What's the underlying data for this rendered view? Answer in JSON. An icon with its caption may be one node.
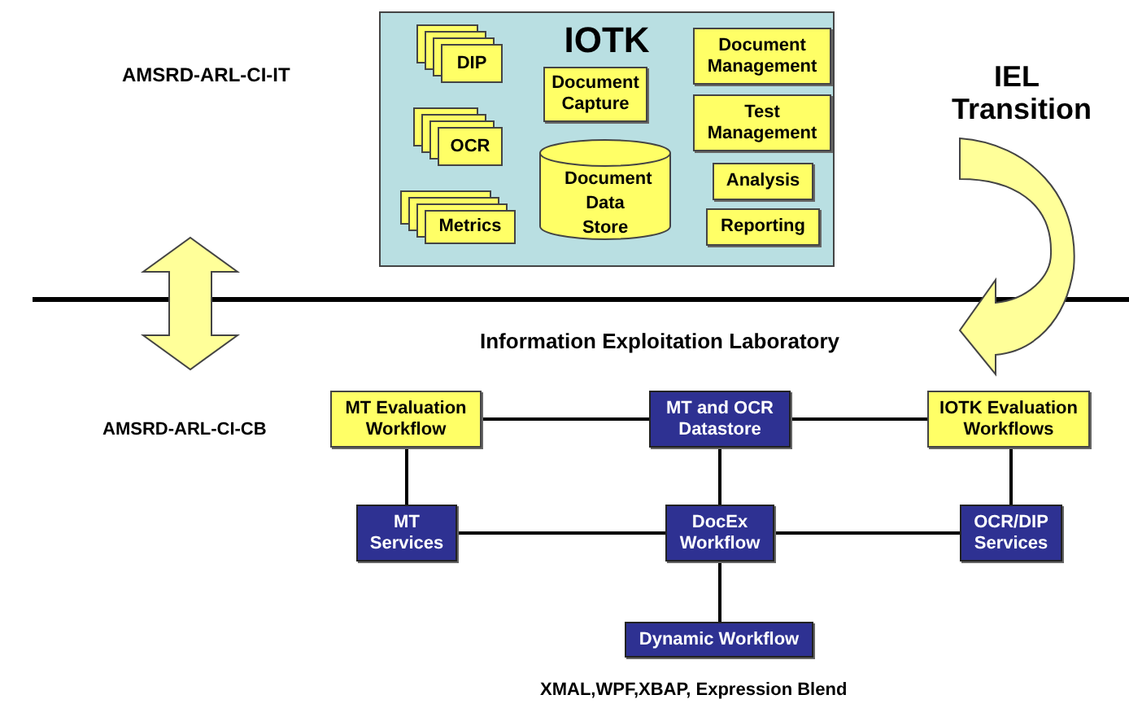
{
  "diagram": {
    "nodes": [
      {
        "text": [
          "IOTK"
        ]
      },
      {
        "text": [
          "DIP"
        ],
        "in": 0
      },
      {
        "text": [
          "OCR"
        ],
        "in": 0
      },
      {
        "text": [
          "Metrics"
        ],
        "in": 0
      },
      {
        "text": [
          "Document Capture"
        ],
        "in": 0
      },
      {
        "text": [
          "Document Data Store"
        ],
        "in": 0
      },
      {
        "text": [
          "Document Management"
        ],
        "in": 0
      },
      {
        "text": [
          "Test Management"
        ],
        "in": 0
      },
      {
        "text": [
          "Analysis"
        ],
        "in": 0
      },
      {
        "text": [
          "Reporting"
        ],
        "in": 0
      },
      {
        "text": [
          "MT Evaluation Workflow"
        ]
      },
      {
        "text": [
          "MT and  OCR Datastore"
        ]
      },
      {
        "text": [
          "IOTK Evaluation Workflows"
        ]
      },
      {
        "text": [
          "MT Services"
        ]
      },
      {
        "text": [
          "DocEx Workflow"
        ]
      },
      {
        "text": [
          "OCR/DIP Services"
        ]
      },
      {
        "text": [
          "Dynamic Workflow"
        ]
      }
    ],
    "edges": [
      {
        "from": 10,
        "to": 11,
        "arrow": "none"
      },
      {
        "from": 11,
        "to": 12,
        "arrow": "none"
      },
      {
        "from": 10,
        "to": 13,
        "arrow": "none"
      },
      {
        "from": 11,
        "to": 14,
        "arrow": "none"
      },
      {
        "from": 12,
        "to": 15,
        "arrow": "none"
      },
      {
        "from": 13,
        "to": 14,
        "arrow": "none"
      },
      {
        "from": 14,
        "to": 15,
        "arrow": "none"
      },
      {
        "from": 14,
        "to": 16,
        "arrow": "none"
      }
    ],
    "labels": [
      "AMSRD-ARL-CI-IT",
      "IEL Transition",
      "Information Exploitation Laboratory",
      "AMSRD-ARL-CI-CB",
      "XMAL,WPF,XBAP, Expression Blend"
    ]
  }
}
